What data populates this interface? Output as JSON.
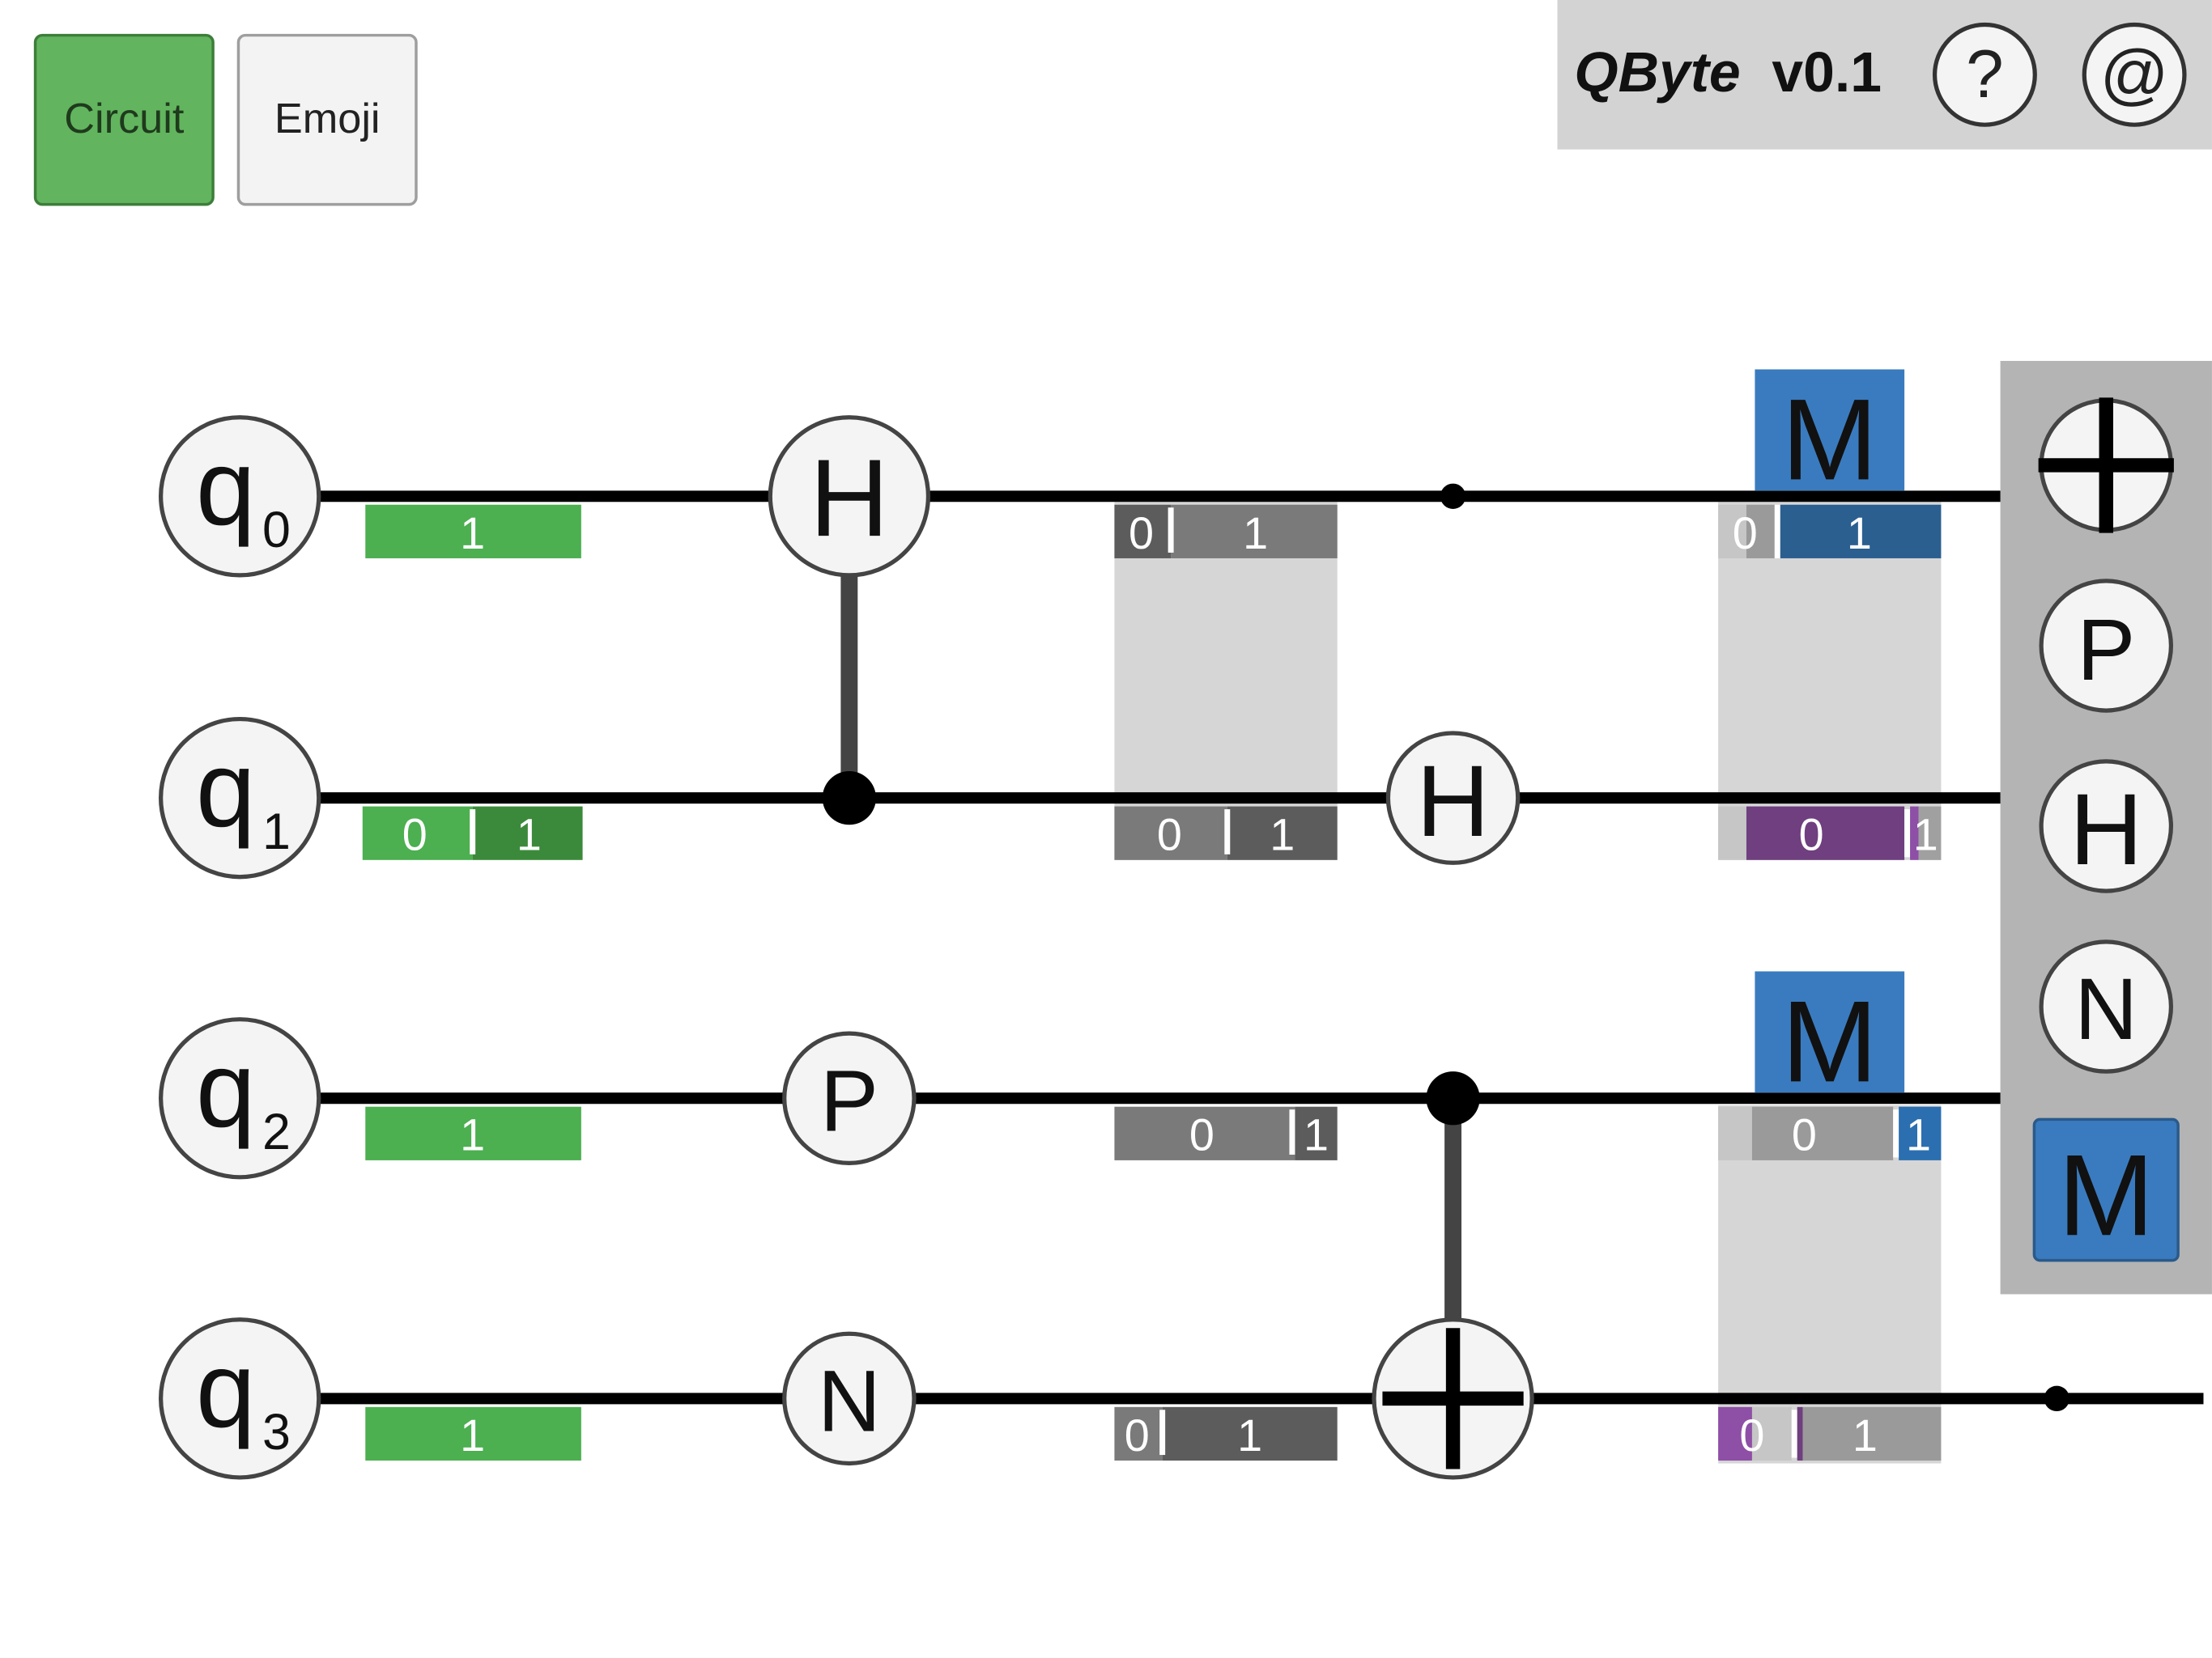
{
  "toolbar": {
    "circuit_label": "Circuit",
    "emoji_label": "Emoji"
  },
  "header": {
    "app_name": "QByte",
    "version": "v0.1",
    "help_label": "?",
    "about_label": "@"
  },
  "colors": {
    "green": "#4caf50",
    "green_dark": "#3b8a3b",
    "gray_mid": "#7a7a7a",
    "gray_dark": "#5c5c5c",
    "gray_light": "#d6d6d6",
    "blue": "#3a7bbf",
    "blue_dark": "#2b5f90",
    "purple": "#6f3f7f",
    "purple_light": "#8e4fa6",
    "palette_bg": "#b4b4b4"
  },
  "qubits": [
    {
      "id": "q0",
      "label": "q",
      "sub": "0"
    },
    {
      "id": "q1",
      "label": "q",
      "sub": "1"
    },
    {
      "id": "q2",
      "label": "q",
      "sub": "2"
    },
    {
      "id": "q3",
      "label": "q",
      "sub": "3"
    }
  ],
  "gates": {
    "q0_h": "H",
    "q2_p": "P",
    "q3_n": "N",
    "q1_h": "H",
    "measure_q0": "M",
    "measure_q2": "M"
  },
  "prob_bars": {
    "col0": [
      {
        "p0": 0,
        "labels": [
          "1"
        ]
      },
      {
        "p0": 0.5,
        "labels": [
          "0",
          "1"
        ]
      },
      {
        "p0": 0,
        "labels": [
          "1"
        ]
      },
      {
        "p0": 0,
        "labels": [
          "1"
        ]
      }
    ],
    "col1": [
      {
        "p0": 0.25,
        "labels": [
          "0",
          "1"
        ]
      },
      {
        "p0": 0.5,
        "labels": [
          "0",
          "1"
        ]
      },
      {
        "p0": 0.85,
        "labels": [
          "0",
          "1"
        ]
      },
      {
        "p0": 0.2,
        "labels": [
          "0",
          "1"
        ]
      }
    ],
    "col2": [
      {
        "labels": [
          "0",
          "1"
        ]
      },
      {
        "labels": [
          "0",
          "1"
        ]
      },
      {
        "labels": [
          "0",
          "1"
        ]
      },
      {
        "labels": [
          "0",
          "1"
        ]
      }
    ]
  },
  "palette": [
    {
      "id": "cnot",
      "label": ""
    },
    {
      "id": "p",
      "label": "P"
    },
    {
      "id": "h",
      "label": "H"
    },
    {
      "id": "n",
      "label": "N"
    },
    {
      "id": "m",
      "label": "M"
    }
  ]
}
